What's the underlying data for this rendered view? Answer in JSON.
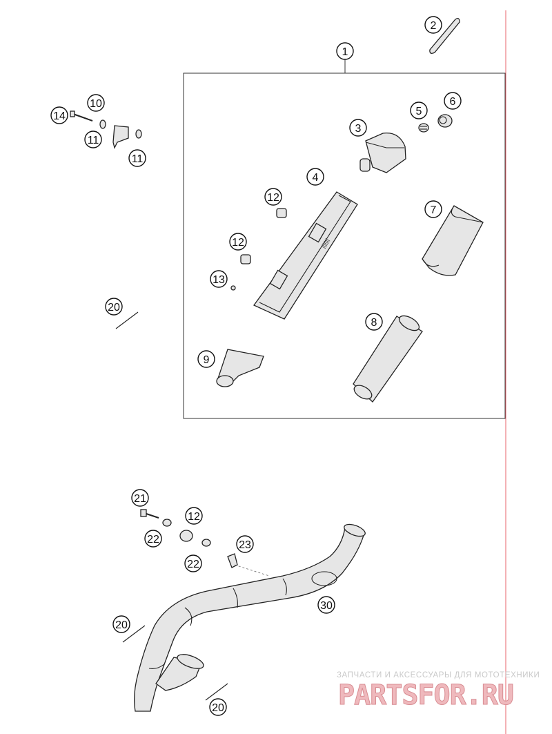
{
  "callouts": {
    "c1": "1",
    "c2": "2",
    "c3": "3",
    "c4": "4",
    "c5": "5",
    "c6": "6",
    "c7": "7",
    "c8": "8",
    "c9": "9",
    "c10": "10",
    "c11a": "11",
    "c11b": "11",
    "c12a": "12",
    "c12b": "12",
    "c12c": "12",
    "c13": "13",
    "c14": "14",
    "c20a": "20",
    "c20b": "20",
    "c20c": "20",
    "c21": "21",
    "c22a": "22",
    "c22b": "22",
    "c23": "23",
    "c30": "30"
  },
  "watermark": {
    "tagline": "ЗАПЧАСТИ И АКСЕССУАРЫ ДЛЯ МОТОТЕХНИКИ",
    "logo": "PARTSFOR.RU"
  },
  "colors": {
    "accent_line": "#e8636b",
    "watermark": "#e9a5aa"
  }
}
